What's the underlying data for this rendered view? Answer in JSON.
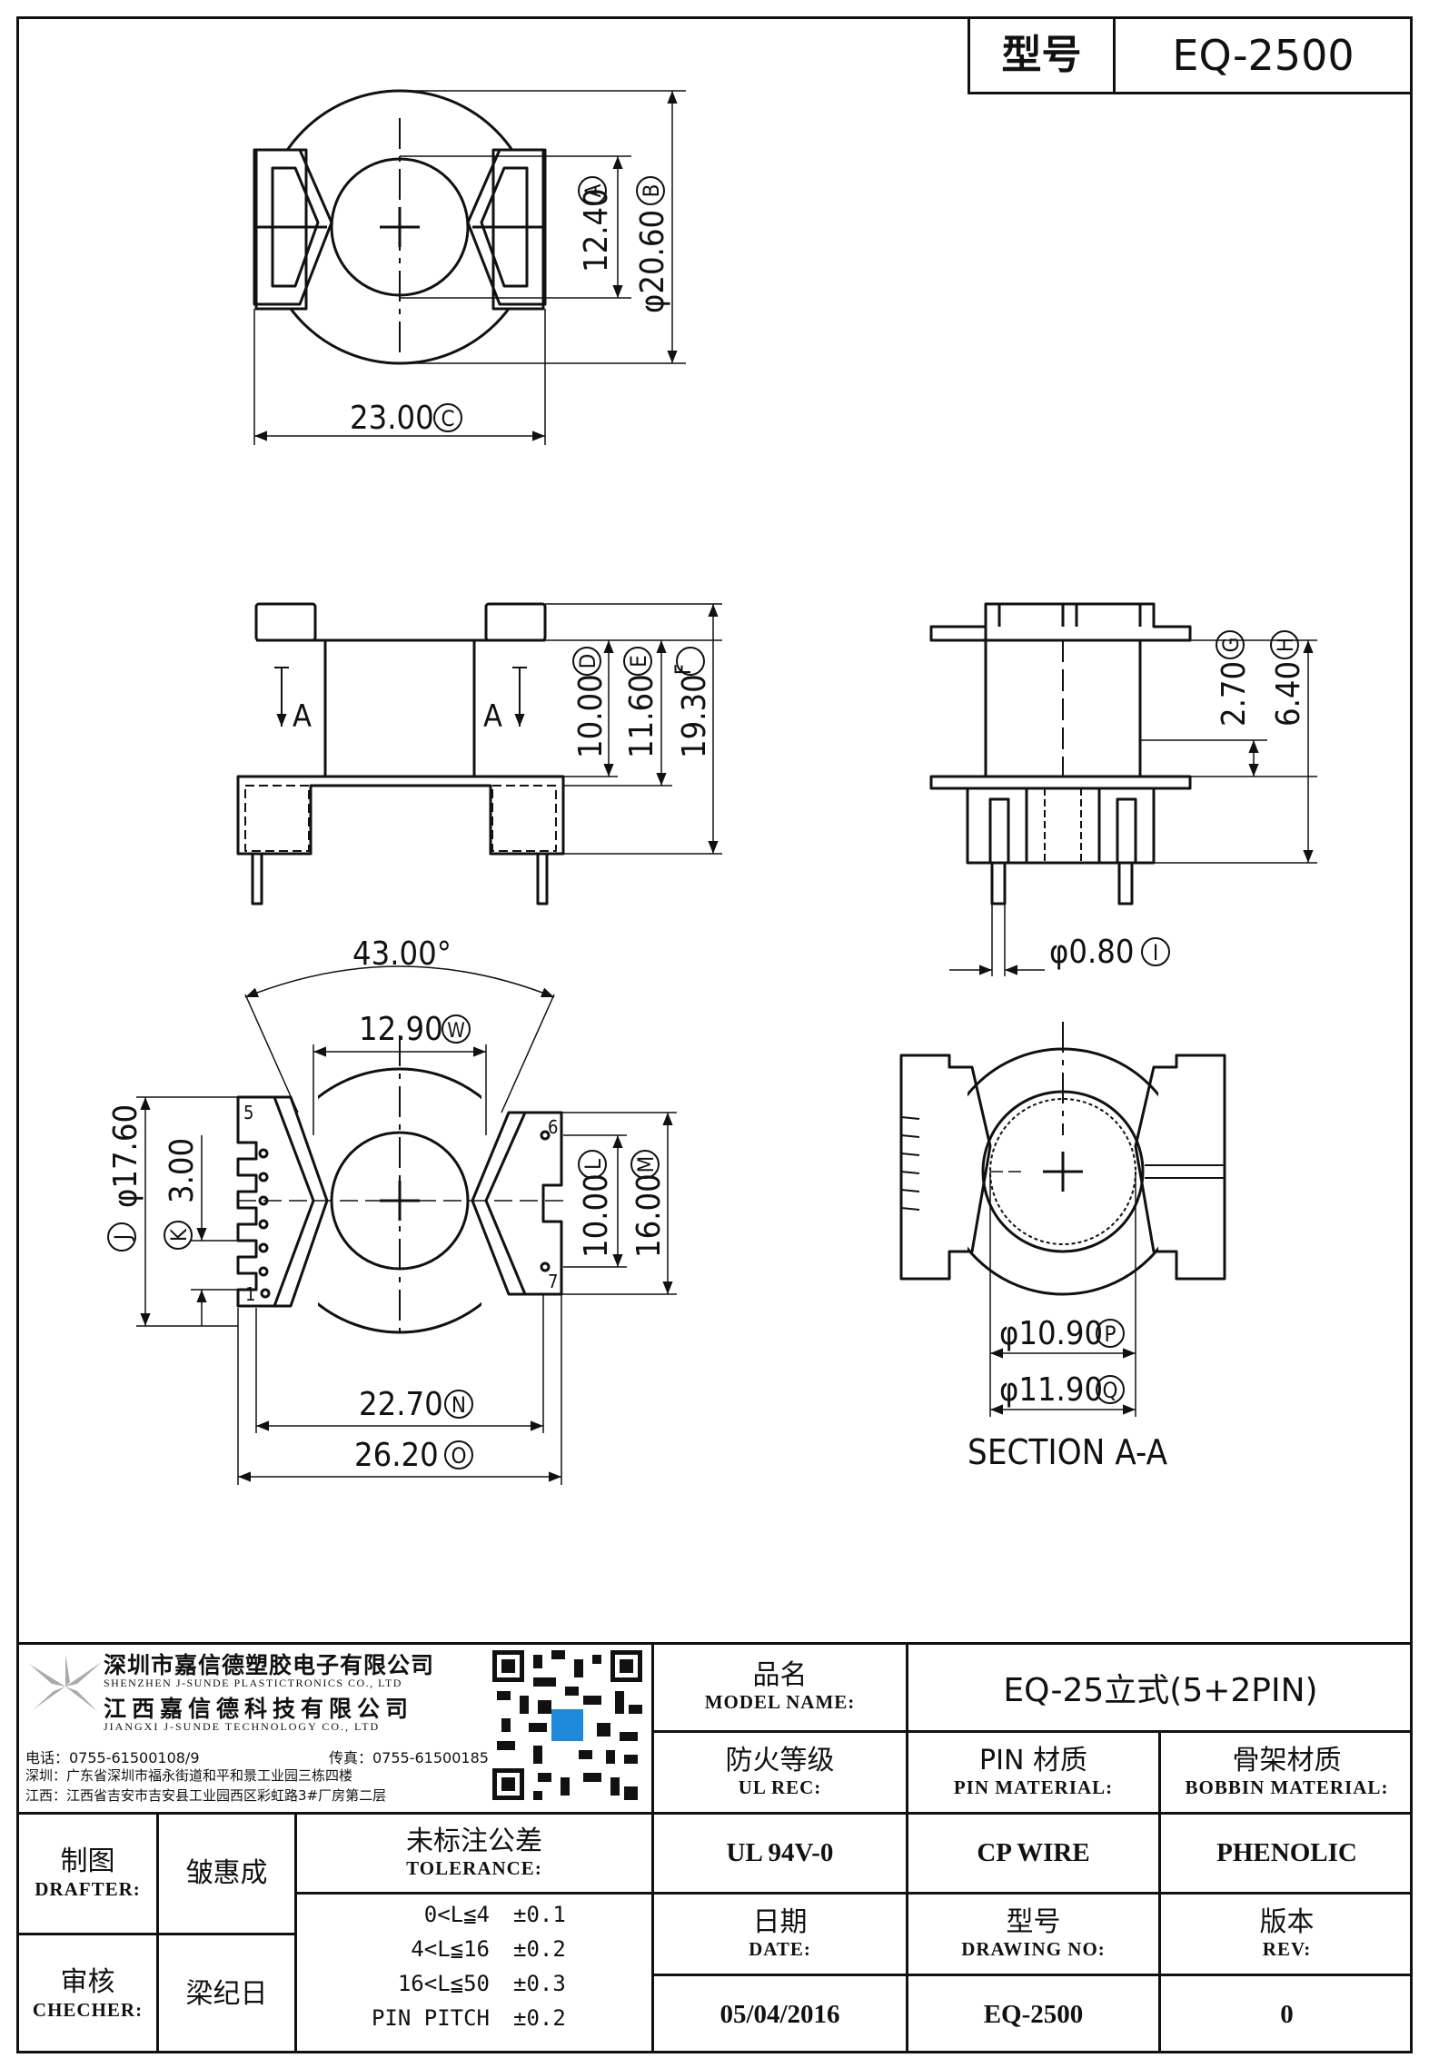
{
  "title_block": {
    "model_label": "型号",
    "model_value": "EQ-2500"
  },
  "dimensions": {
    "A": "12.40",
    "B": "φ20.60",
    "C": "23.00",
    "D": "10.00",
    "E": "11.60",
    "F": "19.30",
    "G": "2.70",
    "H": "6.40",
    "I": "φ0.80",
    "angle": "43.00°",
    "W": "12.90",
    "J": "φ17.60",
    "K": "3.00",
    "L": "10.00",
    "M": "16.00",
    "N": "22.70",
    "O": "26.20",
    "P": "φ10.90",
    "Q": "φ11.90"
  },
  "letters": [
    "A",
    "B",
    "C",
    "D",
    "E",
    "F",
    "G",
    "H",
    "I",
    "J",
    "K",
    "L",
    "M",
    "N",
    "O",
    "P",
    "Q",
    "W"
  ],
  "section_marks": {
    "left": "A",
    "right": "A"
  },
  "pins": {
    "p1": "1",
    "p5": "5",
    "p6": "6",
    "p7": "7"
  },
  "section_label": "SECTION A-A",
  "company": {
    "name_cn_1": "深圳市嘉信德塑胶电子有限公司",
    "name_en_1": "SHENZHEN J-SUNDE PLASTICTRONICS CO., LTD",
    "name_cn_2": "江西嘉信德科技有限公司",
    "name_en_2": "JIANGXI J-SUNDE TECHNOLOGY CO., LTD",
    "phone": "电话：0755-61500108/9",
    "fax": "传真：0755-61500185",
    "addr_sz": "深圳：广东省深圳市福永街道和平和景工业园三栋四楼",
    "addr_jx": "江西：江西省吉安市吉安县工业园西区彩虹路3#厂房第二层"
  },
  "info": {
    "model_name_cn": "品名",
    "model_name_en": "MODEL NAME:",
    "model_name_value": "EQ-25立式(5+2PIN)",
    "ul_cn": "防火等级",
    "ul_en": "UL REC:",
    "ul_value": "UL 94V-0",
    "pin_cn": "PIN 材质",
    "pin_en": "PIN MATERIAL:",
    "pin_value": "CP WIRE",
    "bobbin_cn": "骨架材质",
    "bobbin_en": "BOBBIN MATERIAL:",
    "bobbin_value": "PHENOLIC",
    "date_cn": "日期",
    "date_en": "DATE:",
    "date_value": "05/04/2016",
    "drawing_cn": "型号",
    "drawing_en": "DRAWING NO:",
    "drawing_value": "EQ-2500",
    "rev_cn": "版本",
    "rev_en": "REV:",
    "rev_value": "0"
  },
  "people": {
    "drafter_cn": "制图",
    "drafter_en": "DRAFTER:",
    "drafter_name": "皱惠成",
    "checker_cn": "审核",
    "checker_en": "CHECHER:",
    "checker_name": "梁纪日"
  },
  "tolerance": {
    "title_cn": "未标注公差",
    "title_en": "TOLERANCE:",
    "rows": [
      {
        "range": "0<L≦4",
        "value": "±0.1"
      },
      {
        "range": "4<L≦16",
        "value": "±0.2"
      },
      {
        "range": "16<L≦50",
        "value": "±0.3"
      },
      {
        "range": "PIN PITCH",
        "value": "±0.2"
      }
    ]
  }
}
